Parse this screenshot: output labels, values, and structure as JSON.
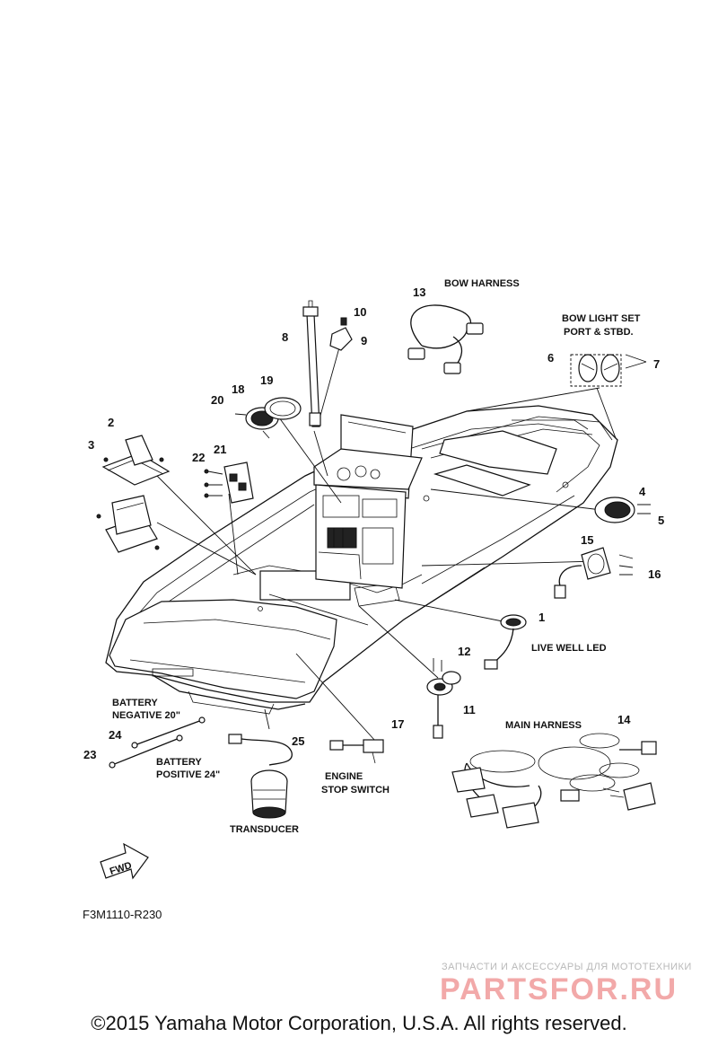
{
  "diagram": {
    "ref_code": "F3M1110-R230",
    "copyright": "©2015 Yamaha Motor Corporation, U.S.A. All rights reserved.",
    "fwd_label": "FWD",
    "callouts": {
      "n1": "1",
      "n2": "2",
      "n3": "3",
      "n4": "4",
      "n5": "5",
      "n6": "6",
      "n7": "7",
      "n8": "8",
      "n9": "9",
      "n10": "10",
      "n11": "11",
      "n12": "12",
      "n13": "13",
      "n14": "14",
      "n15": "15",
      "n16": "16",
      "n17": "17",
      "n18": "18",
      "n19": "19",
      "n20": "20",
      "n21": "21",
      "n22": "22",
      "n23": "23",
      "n24": "24",
      "n25": "25"
    },
    "captions": {
      "bow_harness": "BOW HARNESS",
      "bow_light_set_1": "BOW LIGHT SET",
      "bow_light_set_2": "PORT & STBD.",
      "live_well_led": "LIVE WELL LED",
      "main_harness": "MAIN HARNESS",
      "battery_negative_1": "BATTERY",
      "battery_negative_2": "NEGATIVE 20\"",
      "battery_positive_1": "BATTERY",
      "battery_positive_2": "POSITIVE 24\"",
      "engine_stop_1": "ENGINE",
      "engine_stop_2": "STOP SWITCH",
      "transducer": "TRANSDUCER"
    }
  },
  "watermark": {
    "tagline": "ЗАПЧАСТИ И АКСЕССУАРЫ ДЛЯ МОТОТЕХНИКИ",
    "brand": "PARTSFOR.RU"
  }
}
